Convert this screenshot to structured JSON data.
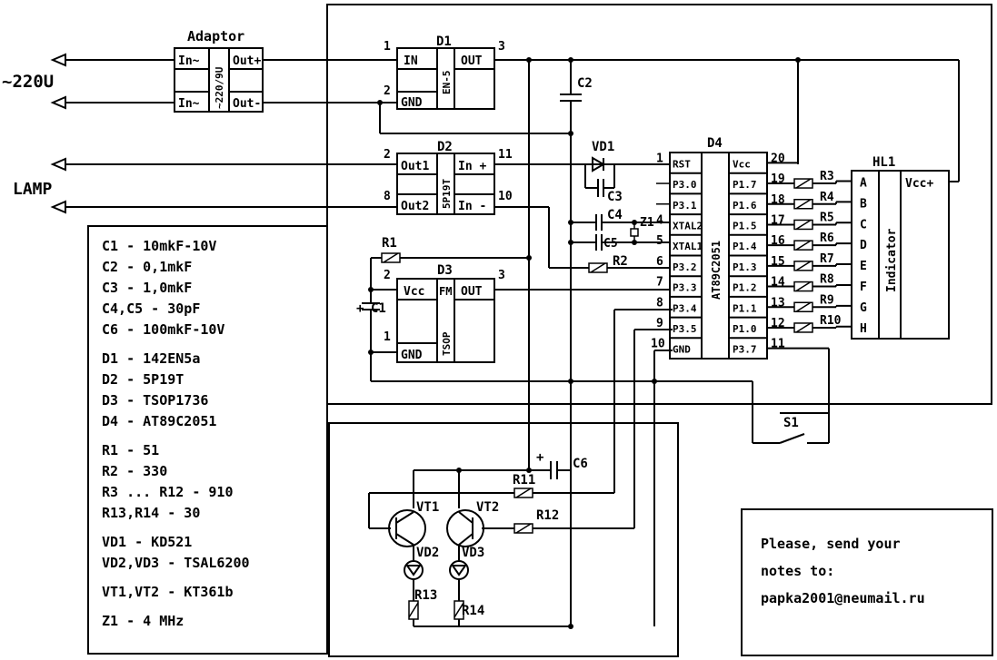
{
  "labels": {
    "adaptor": "Adaptor",
    "in1": "In~",
    "in2": "In~",
    "outp": "Out+",
    "outm": "Out-",
    "adaptor_body": "~220/9U",
    "mains": "~220U",
    "lamp": "LAMP",
    "d1": "D1",
    "d1_in": "IN",
    "d1_gnd": "GND",
    "d1_out": "OUT",
    "d1_body": "EN-5",
    "d2": "D2",
    "d2_out1": "Out1",
    "d2_out2": "Out2",
    "d2_inp": "In +",
    "d2_inm": "In -",
    "d2_body": "5P19T",
    "d3": "D3",
    "d3_vcc": "Vcc",
    "d3_fm": "FM",
    "d3_out": "OUT",
    "d3_gnd": "GND",
    "d3_body": "TSOP",
    "d4": "D4",
    "d4_body": "AT89C2051",
    "hl1": "HL1",
    "hl1_vcc": "Vcc+",
    "hl1_body": "Indicator",
    "c1": "C1",
    "c2": "C2",
    "c3": "C3",
    "c4": "C4",
    "c5": "C5",
    "c6": "C6",
    "z1": "Z1",
    "vd1": "VD1",
    "vd2": "VD2",
    "vd3": "VD3",
    "vt1": "VT1",
    "vt2": "VT2",
    "r1": "R1",
    "r2": "R2",
    "r11": "R11",
    "r12": "R12",
    "r13": "R13",
    "r14": "R14",
    "s1": "S1",
    "plus": "+"
  },
  "d4_left": [
    "RST",
    "P3.0",
    "P3.1",
    "XTAL2",
    "XTAL1",
    "P3.2",
    "P3.3",
    "P3.4",
    "P3.5",
    "GND"
  ],
  "d4_left_nums": [
    "1",
    "",
    "",
    "4",
    "5",
    "6",
    "7",
    "8",
    "9",
    "10"
  ],
  "d4_right": [
    "Vcc",
    "P1.7",
    "P1.6",
    "P1.5",
    "P1.4",
    "P1.3",
    "P1.2",
    "P1.1",
    "P1.0",
    "P3.7"
  ],
  "d4_right_nums": [
    "20",
    "19",
    "18",
    "17",
    "16",
    "15",
    "14",
    "13",
    "12",
    "11"
  ],
  "hl1_pins": [
    "A",
    "B",
    "C",
    "D",
    "E",
    "F",
    "G",
    "H"
  ],
  "resistors_r3_r10": [
    "R3",
    "R4",
    "R5",
    "R6",
    "R7",
    "R8",
    "R9",
    "R10"
  ],
  "pin_numbers": {
    "d1_in": "1",
    "d1_gnd": "2",
    "d1_out": "3",
    "d2_out1": "2",
    "d2_out2": "8",
    "d2_inp": "11",
    "d2_inm": "10",
    "d3_vcc": "2",
    "d3_out": "3",
    "d3_gnd": "1"
  },
  "legend": [
    "C1 - 10mkF-10V",
    "C2 - 0,1mkF",
    "C3 - 1,0mkF",
    "C4,C5 - 30pF",
    "C6 - 100mkF-10V",
    "",
    "D1 - 142EN5a",
    "D2 - 5P19T",
    "D3 - TSOP1736",
    "D4 - AT89C2051",
    "",
    "R1 - 51",
    "R2 - 330",
    "R3 ... R12 - 910",
    "R13,R14 - 30",
    "",
    "VD1 - KD521",
    "VD2,VD3 - TSAL6200",
    "",
    "VT1,VT2 - KT361b",
    "",
    "Z1 - 4 MHz"
  ],
  "notes": [
    "Please, send your",
    "notes to:",
    "papka2001@neumail.ru"
  ]
}
